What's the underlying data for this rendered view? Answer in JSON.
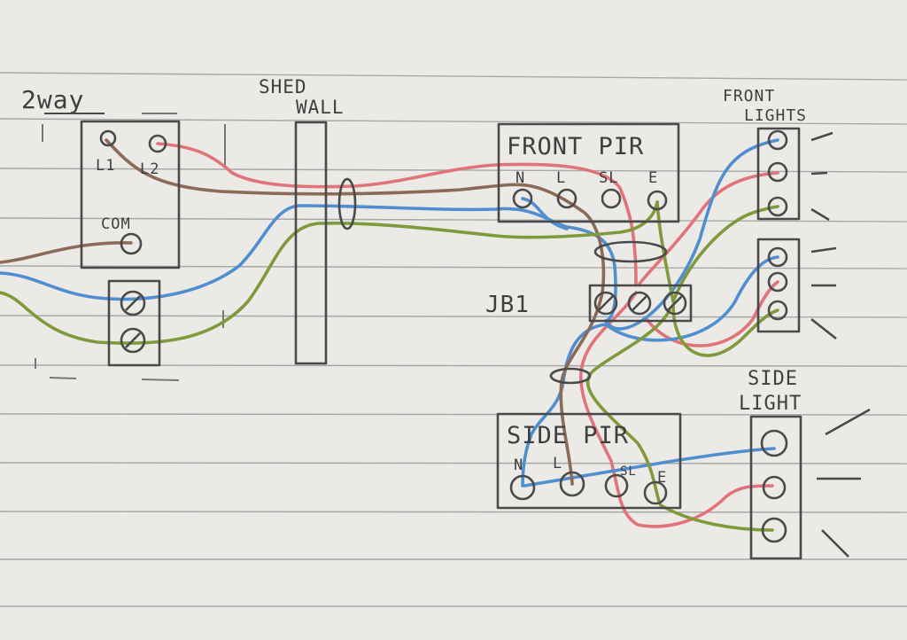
{
  "labels": {
    "two_way": "2way",
    "l1": "L1",
    "l2": "L2",
    "com": "COM",
    "shed_wall_line1": "SHED",
    "shed_wall_line2": "WALL",
    "front_pir": "FRONT PIR",
    "front_pir_n": "N",
    "front_pir_l": "L",
    "front_pir_sl": "SL",
    "front_pir_e": "E",
    "front_lights_line1": "FRONT",
    "front_lights_line2": "LIGHTS",
    "jb1": "JB1",
    "side_pir": "SIDE PIR",
    "side_pir_n": "N",
    "side_pir_l": "L",
    "side_pir_sl": "SL",
    "side_pir_e": "E",
    "side_light_line1": "SIDE",
    "side_light_line2": "LIGHT"
  },
  "colors": {
    "paper": "#eceae6",
    "rule": "#a7a8ab",
    "pencil": "#4a4a4a",
    "wire_red": "#e0747a",
    "wire_blue": "#4f8fd0",
    "wire_green": "#7f9a3a",
    "wire_brown": "#8c6a58"
  }
}
